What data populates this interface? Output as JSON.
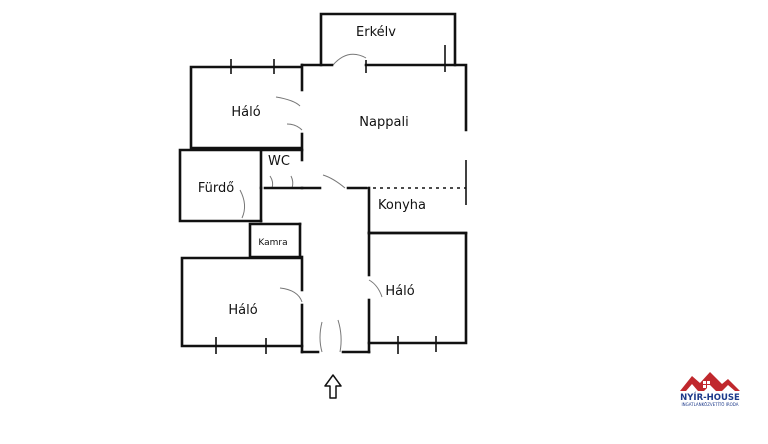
{
  "rooms": {
    "balcony": "Erkélv",
    "bedroom_top": "Háló",
    "living": "Nappali",
    "wc": "WC",
    "bathroom": "Fürdő",
    "kitchen": "Konyha",
    "pantry": "Kamra",
    "bedroom_bottom_left": "Háló",
    "bedroom_bottom_right": "Háló"
  },
  "logo": {
    "name": "NYÍR-HOUSE",
    "subtitle": "INGATLANKÖZVETÍTŐ IRODA",
    "roof_color": "#c0282d",
    "text_color": "#1d3a8a"
  },
  "entrance_arrow": "up-arrow-icon"
}
